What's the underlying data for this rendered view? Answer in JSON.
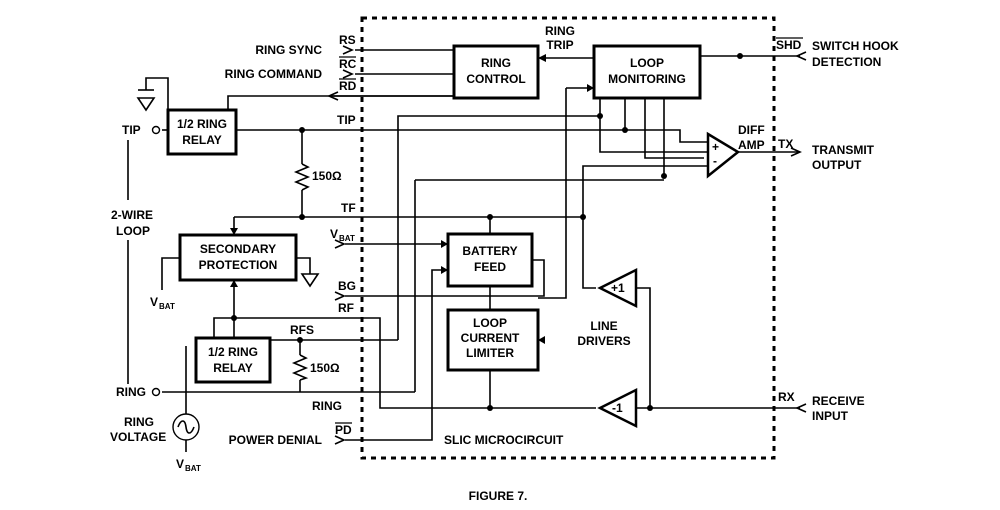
{
  "boundary": {
    "label": "SLIC MICROCIRCUIT"
  },
  "blocks": {
    "ring_control": [
      "RING",
      "CONTROL"
    ],
    "loop_monitoring": [
      "LOOP",
      "MONITORING"
    ],
    "ring_relay_top": [
      "1/2 RING",
      "RELAY"
    ],
    "secondary_protection": [
      "SECONDARY",
      "PROTECTION"
    ],
    "battery_feed": [
      "BATTERY",
      "FEED"
    ],
    "loop_current_limiter": [
      "LOOP",
      "CURRENT",
      "LIMITER"
    ],
    "ring_relay_bottom": [
      "1/2 RING",
      "RELAY"
    ]
  },
  "amps": {
    "diff_amp": [
      "DIFF",
      "AMP"
    ],
    "diff_plus": "+",
    "diff_minus": "-",
    "driver_pos": "+1",
    "driver_neg": "-1",
    "line_drivers": [
      "LINE",
      "DRIVERS"
    ]
  },
  "pins": {
    "rs": "RS",
    "rc": "RC",
    "rd": "RD",
    "shd": "SHD",
    "tip": "TIP",
    "tf": "TF",
    "vbat": "V",
    "vbat_sub": "BAT",
    "bg": "BG",
    "rf": "RF",
    "rfs": "RFS",
    "ring": "RING",
    "pd": "PD",
    "tx": "TX",
    "rx": "RX",
    "ring_trip": [
      "RING",
      "TRIP"
    ]
  },
  "signals": {
    "ring_sync": "RING SYNC",
    "ring_command": "RING COMMAND",
    "switch_hook_detection": [
      "SWITCH HOOK",
      "DETECTION"
    ],
    "transmit_output": [
      "TRANSMIT",
      "OUTPUT"
    ],
    "receive_input": [
      "RECEIVE",
      "INPUT"
    ],
    "power_denial": "POWER DENIAL"
  },
  "loop": {
    "tip": "TIP",
    "ring": "RING",
    "two_wire_loop": [
      "2-WIRE",
      "LOOP"
    ],
    "ring_voltage": [
      "RING",
      "VOLTAGE"
    ],
    "vbat_main": "V",
    "vbat_main_sub": "BAT"
  },
  "resistors": {
    "upper": "150Ω",
    "lower": "150Ω"
  },
  "caption": "FIGURE 7."
}
